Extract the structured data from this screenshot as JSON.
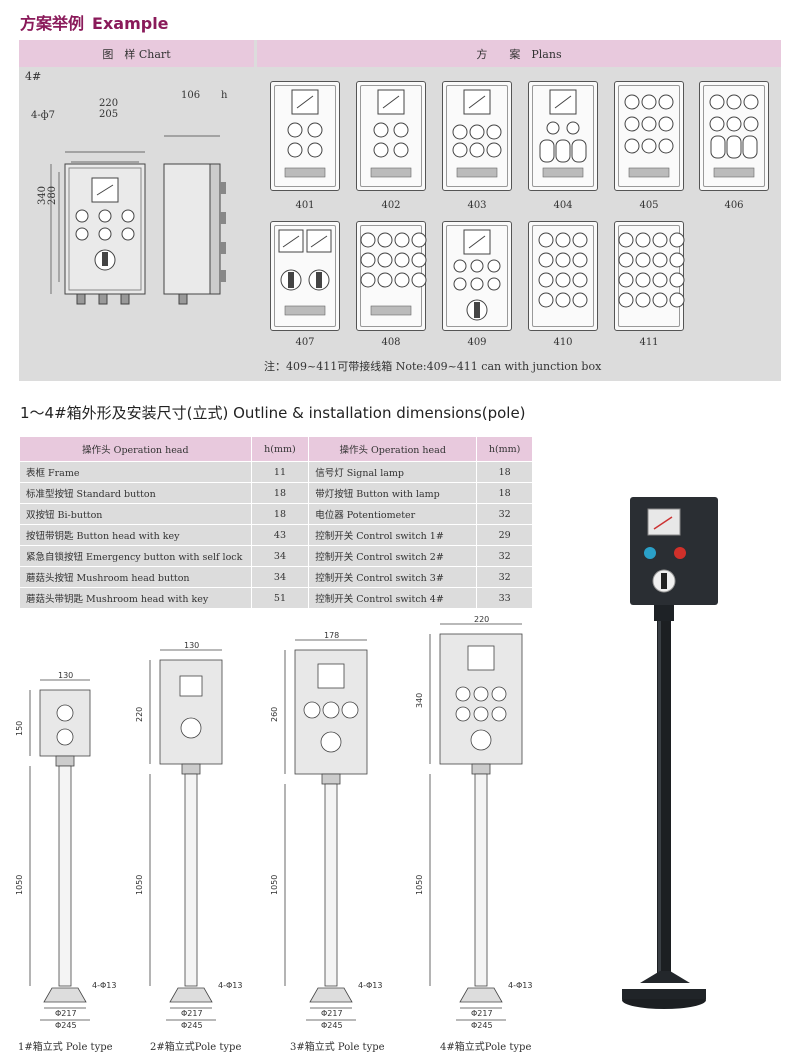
{
  "title": {
    "zh": "方案举例",
    "en": "Example"
  },
  "panel": {
    "chart_header": "图　样 Chart",
    "plans_header": "方　　案　Plans",
    "drawing_label": "4#",
    "dims": {
      "hole": "4-ф7",
      "w_outer": "220",
      "w_inner": "205",
      "h_outer": "340",
      "h_inner": "280",
      "depth": "106",
      "side_h": "h"
    },
    "plans": [
      "401",
      "402",
      "403",
      "404",
      "405",
      "406",
      "407",
      "408",
      "409",
      "410",
      "411"
    ],
    "note": "注：409~411可带接线箱 Note:409~411 can with junction box"
  },
  "section_title": "1～4#箱外形及安装尺寸(立式) Outline & installation dimensions(pole)",
  "table": {
    "headers": [
      "操作头 Operation head",
      "h(mm)",
      "操作头 Operation head",
      "h(mm)"
    ],
    "rows": [
      [
        "表框  Frame",
        "11",
        "信号灯 Signal lamp",
        "18"
      ],
      [
        "标准型按钮  Standard button",
        "18",
        "带灯按钮 Button with lamp",
        "18"
      ],
      [
        "双按钮  Bi-button",
        "18",
        "电位器  Potentiometer",
        "32"
      ],
      [
        "按钮带钥匙  Button head with key",
        "43",
        "控制开关  Control switch 1#",
        "29"
      ],
      [
        "紧急自锁按钮 Emergency button with self lock",
        "34",
        "控制开关 Control switch 2#",
        "32"
      ],
      [
        "蘑菇头按钮   Mushroom head button",
        "34",
        "控制开关 Control switch 3#",
        "32"
      ],
      [
        "蘑菇头带钥匙  Mushroom head with key",
        "51",
        "控制开关 Control switch 4#",
        "33"
      ]
    ]
  },
  "poles": [
    {
      "width": "130",
      "height": "150",
      "pole": "1050",
      "holes": "4-Φ13",
      "d1": "Φ217",
      "d2": "Φ245",
      "caption": "1#箱立式 Pole type"
    },
    {
      "width": "130",
      "height": "220",
      "pole": "1050",
      "holes": "4-Φ13",
      "d1": "Φ217",
      "d2": "Φ245",
      "caption": "2#箱立式Pole type"
    },
    {
      "width": "178",
      "height": "260",
      "pole": "1050",
      "holes": "4-Φ13",
      "d1": "Φ217",
      "d2": "Φ245",
      "caption": "3#箱立式 Pole type"
    },
    {
      "width": "220",
      "height": "340",
      "pole": "1050",
      "holes": "4-Φ13",
      "d1": "Φ217",
      "d2": "Φ245",
      "caption": "4#箱立式Pole type"
    }
  ]
}
